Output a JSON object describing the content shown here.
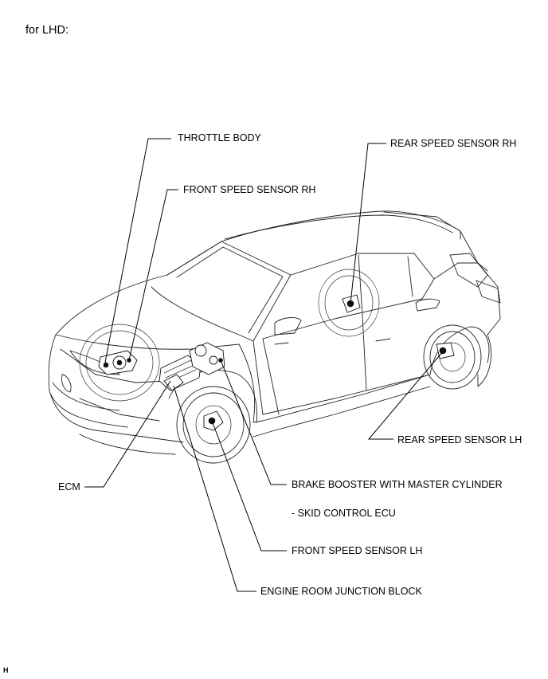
{
  "header": {
    "text": "for LHD:"
  },
  "labels": {
    "throttle_body": "THROTTLE BODY",
    "front_speed_sensor_rh": "FRONT SPEED SENSOR RH",
    "rear_speed_sensor_rh": "REAR SPEED SENSOR RH",
    "rear_speed_sensor_lh": "REAR SPEED SENSOR LH",
    "ecm": "ECM",
    "brake_booster": "BRAKE BOOSTER WITH MASTER CYLINDER",
    "skid_control_ecu": "- SKID CONTROL ECU",
    "front_speed_sensor_lh": "FRONT SPEED SENSOR LH",
    "engine_room_junction_block": "ENGINE ROOM JUNCTION BLOCK"
  },
  "footer": {
    "code": "H"
  }
}
